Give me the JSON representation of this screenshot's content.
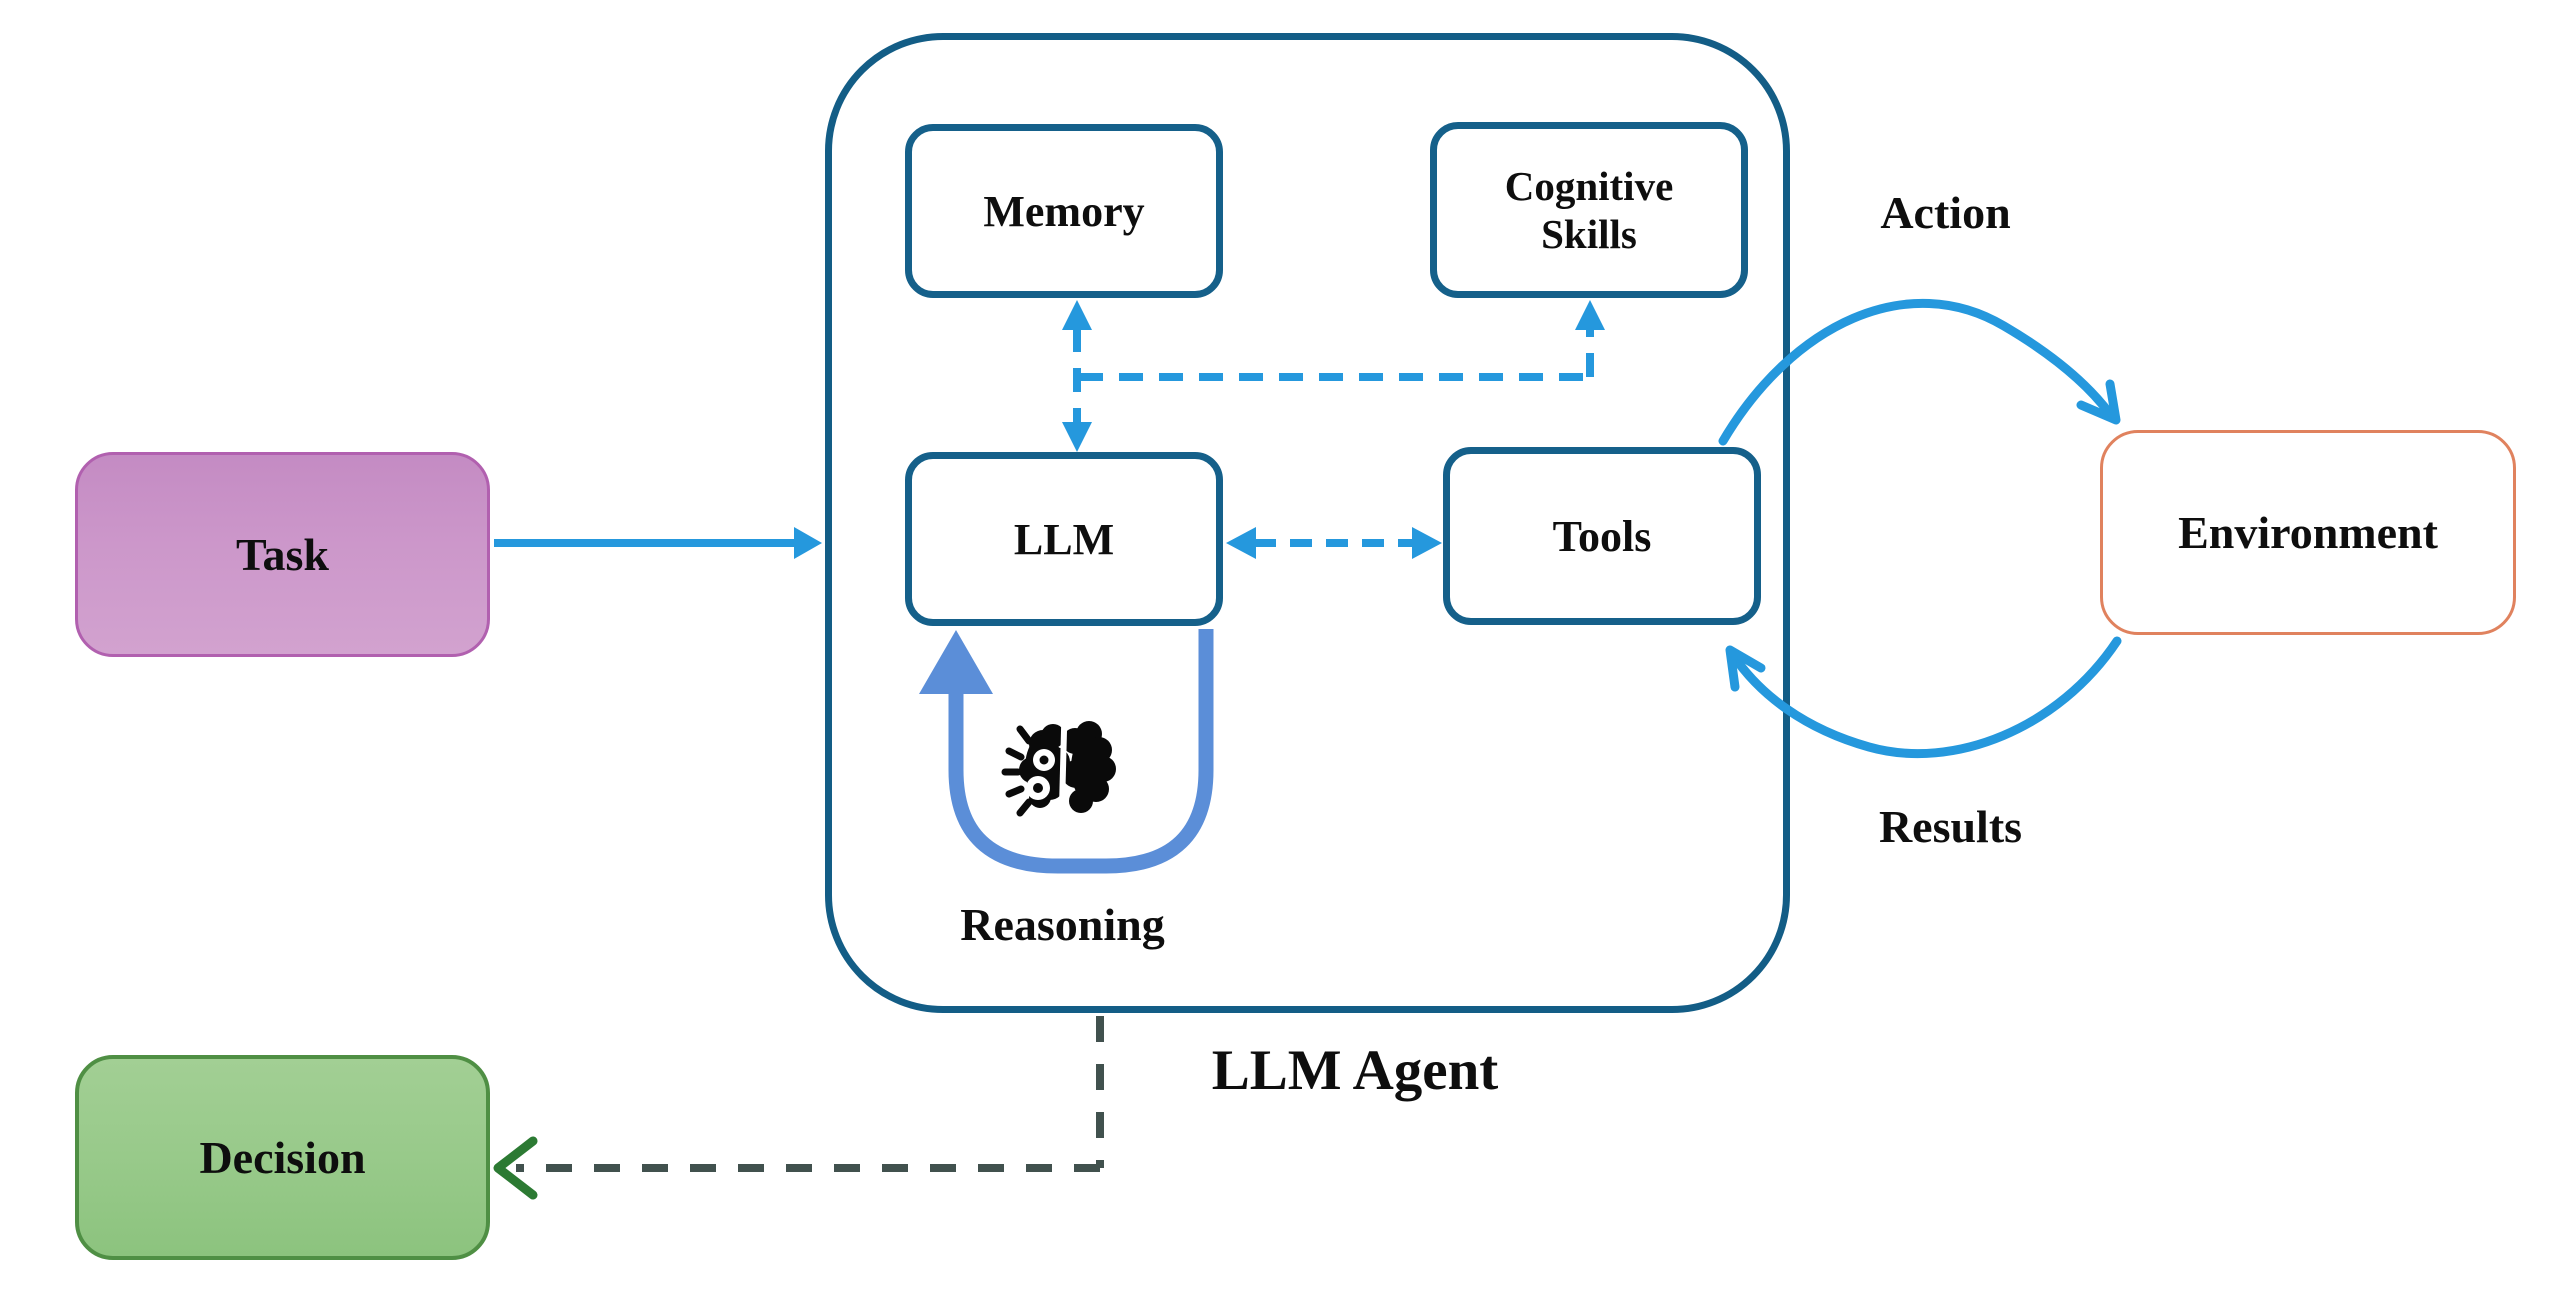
{
  "diagram": {
    "title": "LLM Agent",
    "nodes": {
      "task": {
        "label": "Task",
        "fill": "#cc97ca",
        "border": "#b160af"
      },
      "memory": {
        "label": "Memory",
        "fill": "#ffffff",
        "border": "#15608a"
      },
      "cognitive_skills": {
        "label": "Cognitive Skills",
        "fill": "#ffffff",
        "border": "#15608a"
      },
      "llm": {
        "label": "LLM",
        "fill": "#ffffff",
        "border": "#15608a"
      },
      "tools": {
        "label": "Tools",
        "fill": "#ffffff",
        "border": "#15608a"
      },
      "environment": {
        "label": "Environment",
        "fill": "#f6af94",
        "border": "#e0825e"
      },
      "decision": {
        "label": "Decision",
        "fill": "#97c989",
        "border": "#4f8f44"
      }
    },
    "labels": {
      "agent_container": "LLM Agent",
      "action": "Action",
      "results": "Results",
      "reasoning": "Reasoning"
    },
    "edges": [
      {
        "from": "task",
        "to": "llm-agent",
        "style": "solid",
        "color": "#2598dd"
      },
      {
        "from": "memory",
        "to": "llm",
        "style": "dashed",
        "color": "#2598dd",
        "bidirectional": true
      },
      {
        "from": "memory-llm-link",
        "to": "cognitive_skills",
        "style": "dashed",
        "color": "#2598dd"
      },
      {
        "from": "llm",
        "to": "tools",
        "style": "dashed",
        "color": "#2598dd",
        "bidirectional": true
      },
      {
        "from": "llm",
        "to": "llm",
        "style": "solid-loop",
        "color": "#5b8ed8",
        "label": "Reasoning"
      },
      {
        "from": "tools",
        "to": "environment",
        "style": "solid-curve",
        "color": "#2598dd",
        "label": "Action"
      },
      {
        "from": "environment",
        "to": "tools",
        "style": "solid-curve",
        "color": "#2598dd",
        "label": "Results"
      },
      {
        "from": "llm-agent",
        "to": "decision",
        "style": "dashed",
        "color": "#41514e",
        "arrow_color": "#2c7a33"
      }
    ],
    "colors": {
      "container_border": "#135d86",
      "inner_box_border": "#15608a",
      "bright_blue": "#2598dd",
      "loop_blue": "#5b8ed8",
      "dark_dash": "#41514e",
      "green_arrow": "#2c7a33",
      "background": "#ffffff"
    },
    "icons": {
      "brain": "brain-with-sparks"
    }
  }
}
